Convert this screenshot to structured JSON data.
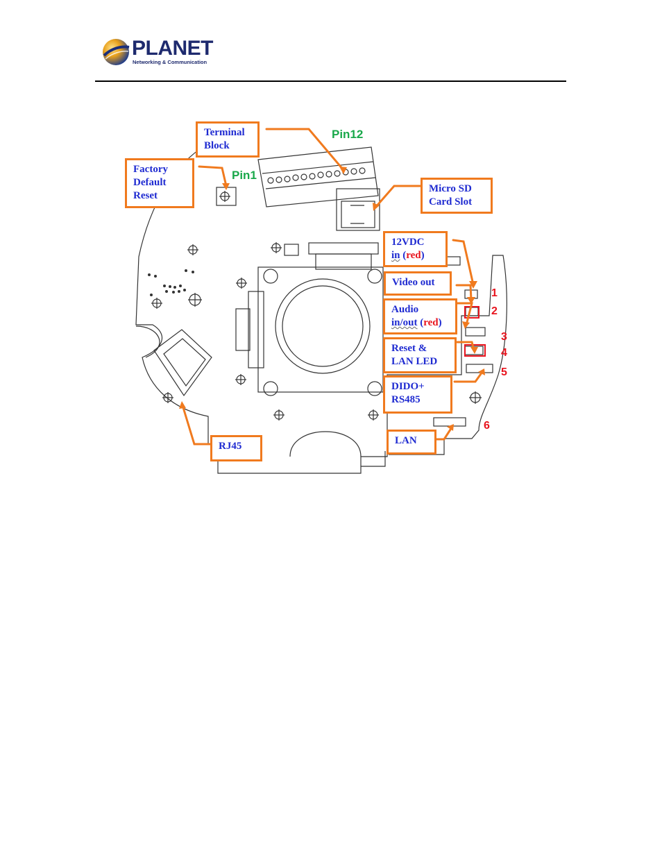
{
  "header": {
    "brand_name": "PLANET",
    "brand_tagline": "Networking & Communication"
  },
  "figure": {
    "labels": {
      "terminal_block": [
        "Terminal",
        "Block"
      ],
      "factory_default_reset": [
        "Factory",
        "Default",
        "Reset"
      ],
      "micro_sd": [
        "Micro SD",
        "Card Slot"
      ],
      "power_12vdc": {
        "line1": "12VDC",
        "line2_a": "in",
        "line2_b": " (",
        "line2_c": "red",
        "line2_d": ")"
      },
      "video_out": "Video out",
      "audio": {
        "line1": "Audio",
        "line2_a": "in/out",
        "line2_b": " (",
        "line2_c": "red",
        "line2_d": ")"
      },
      "reset_lan_led": [
        "Reset &",
        "LAN LED"
      ],
      "dido": [
        "DIDO+",
        "RS485"
      ],
      "rj45": "RJ45",
      "lan": "LAN"
    },
    "pins": {
      "pin1": "Pin1",
      "pin12": "Pin12"
    },
    "connector_numbers": [
      "1",
      "2",
      "3",
      "4",
      "5",
      "6"
    ],
    "colors": {
      "label_border": "#f07a1e",
      "label_text": "#1f2bd1",
      "red_text": "#e8141e",
      "pin_green": "#19a84a",
      "brand_blue": "#1e2a6e"
    }
  }
}
